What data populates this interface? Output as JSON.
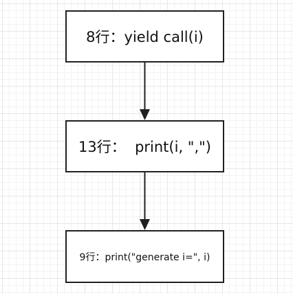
{
  "diagram": {
    "nodes": [
      {
        "id": "n1",
        "label": "8行：yield call(i)"
      },
      {
        "id": "n2",
        "label": "13行：  print(i, \",\")"
      },
      {
        "id": "n3",
        "label": "9行：print(\"generate i=\", i)"
      }
    ],
    "edges": [
      {
        "from": "n1",
        "to": "n2"
      },
      {
        "from": "n2",
        "to": "n3"
      }
    ],
    "colors": {
      "stroke": "#1f1f1f",
      "fill": "#ffffff",
      "grid": "#e6e6e6"
    }
  }
}
